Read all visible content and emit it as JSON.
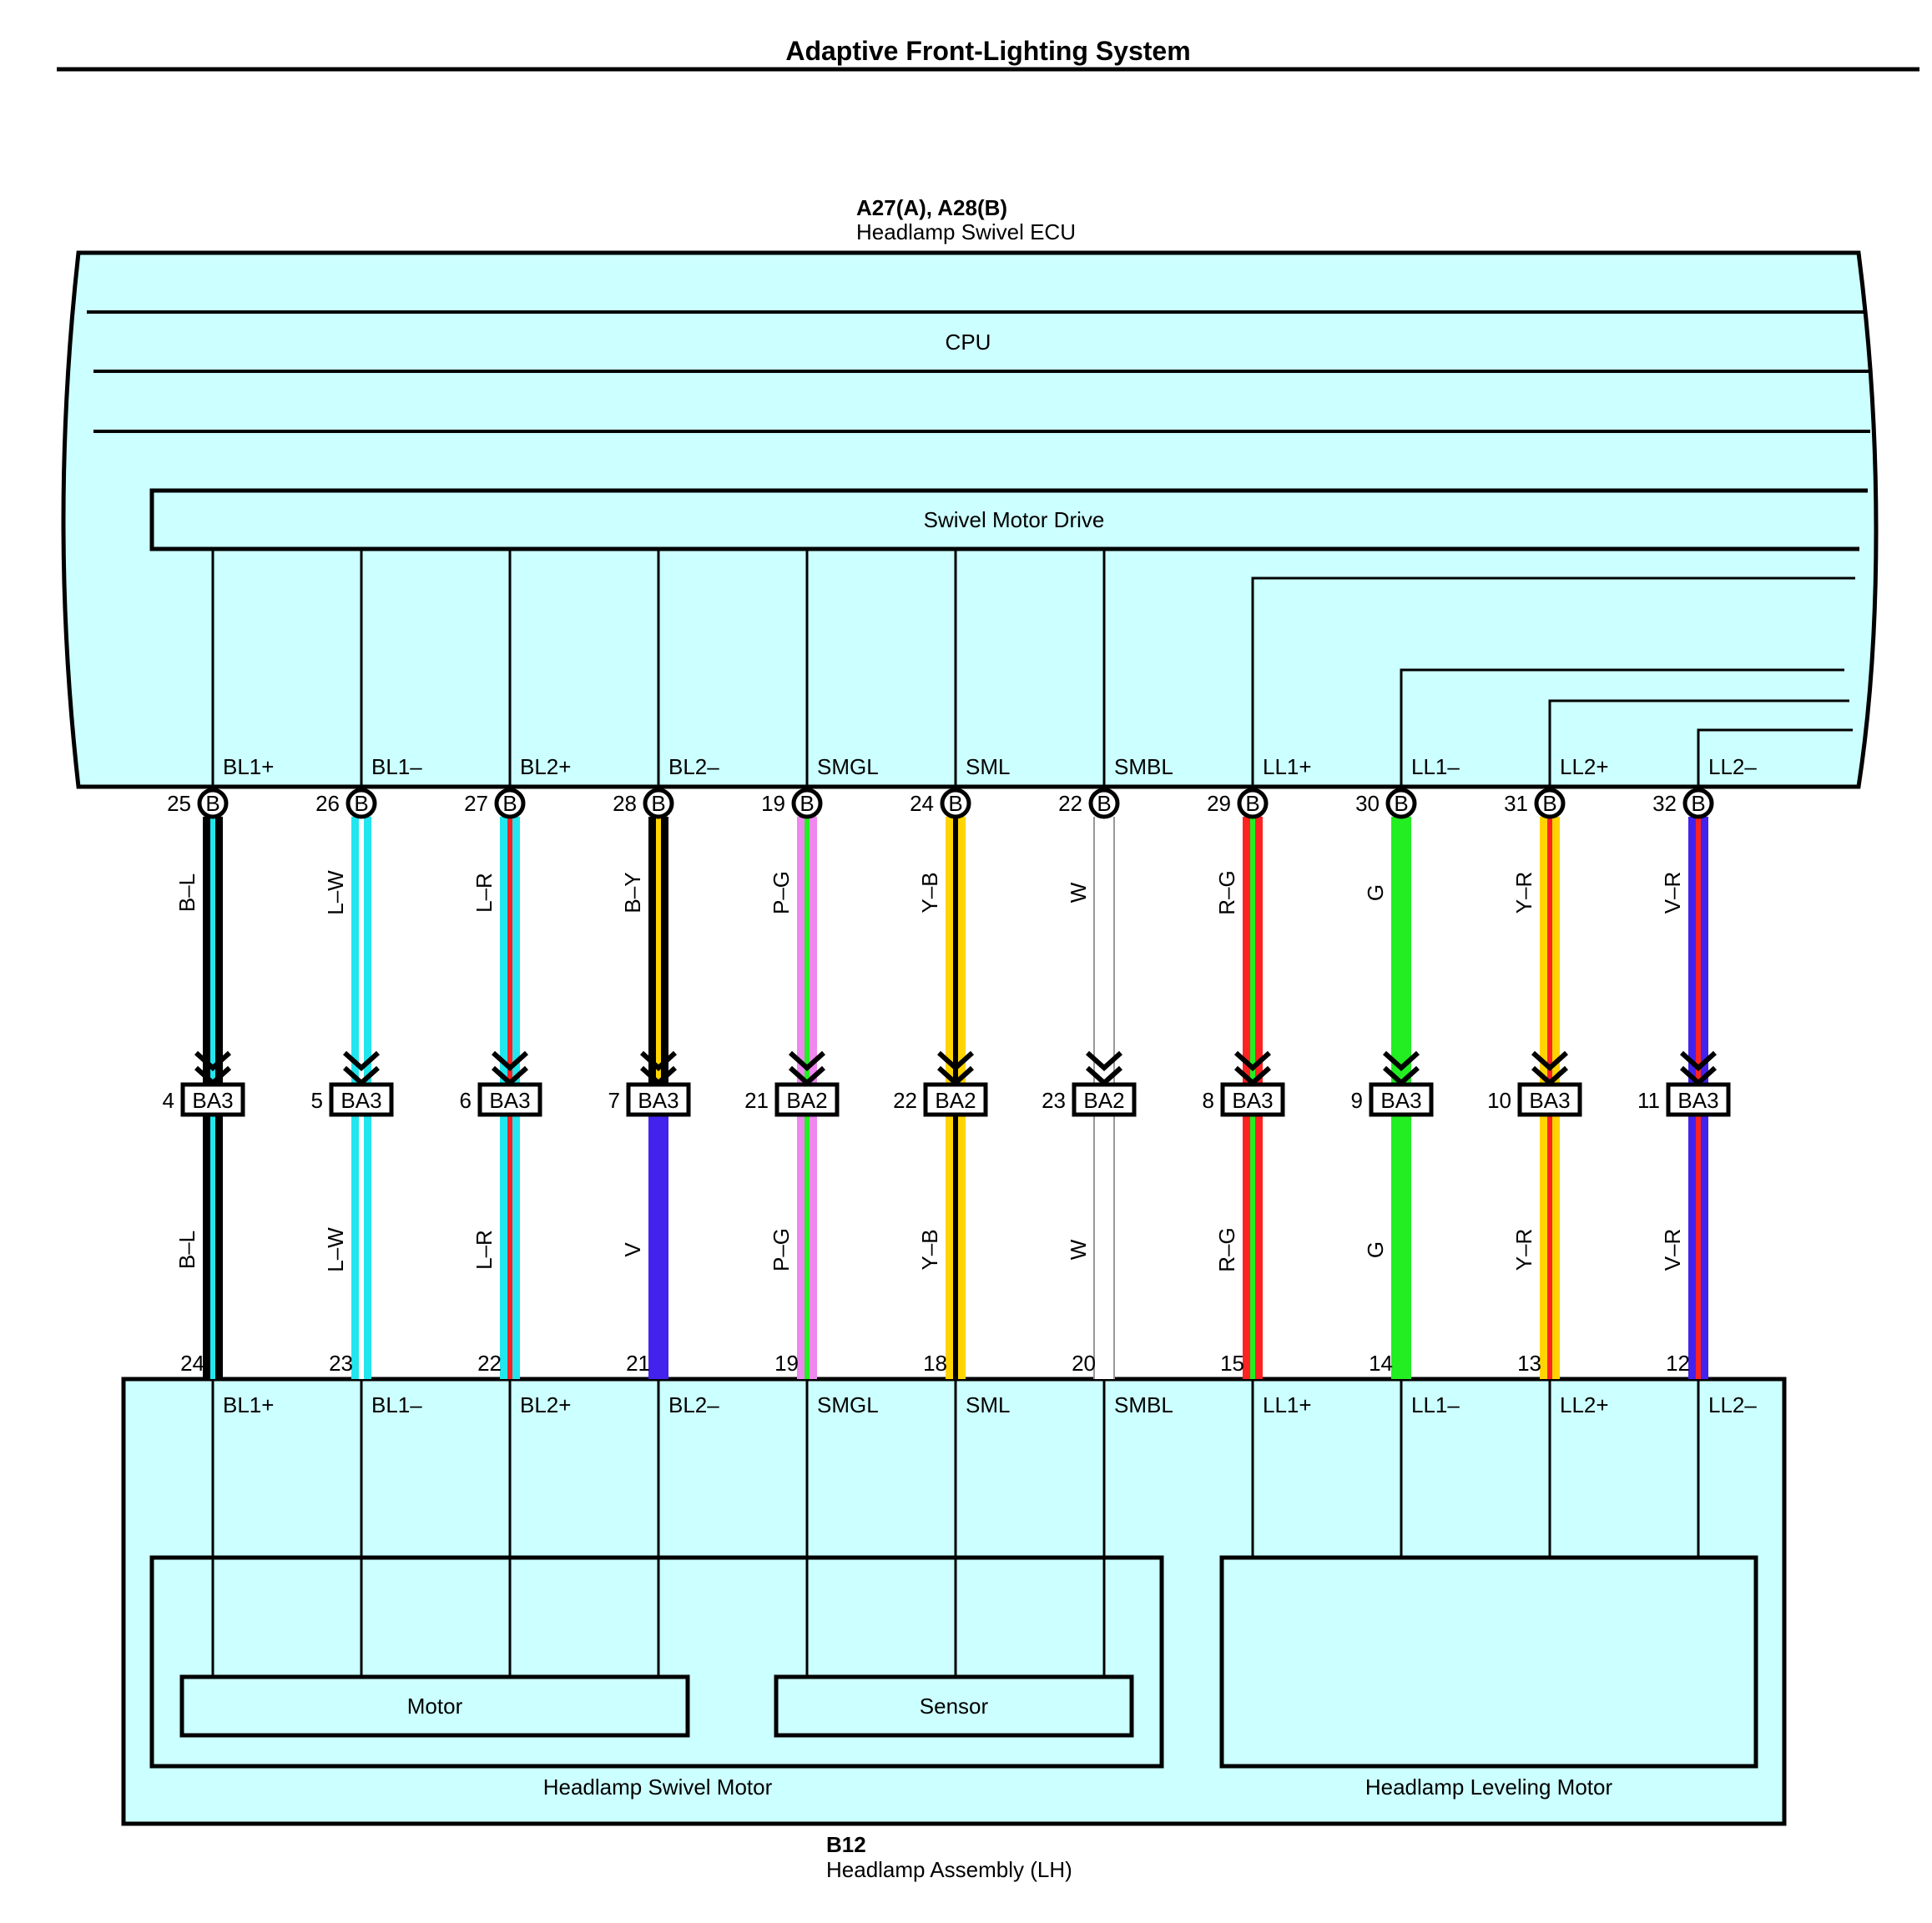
{
  "title": "Adaptive Front-Lighting System",
  "ecu": {
    "code": "A27(A), A28(B)",
    "name": "Headlamp Swivel ECU",
    "cpu_label": "CPU",
    "drive_label": "Swivel Motor Drive"
  },
  "assembly": {
    "code": "B12",
    "name": "Headlamp Assembly (LH)",
    "swivel_label": "Headlamp Swivel Motor",
    "leveling_label": "Headlamp Leveling Motor",
    "motor_label": "Motor",
    "sensor_label": "Sensor"
  },
  "colors": {
    "B": "#000000",
    "L": "#22e6ee",
    "W": "#ffffff",
    "R": "#ff2222",
    "Y": "#ffd400",
    "P": "#ee88ee",
    "G": "#22ee22",
    "V": "#4422ee",
    "fill": "#ccffff"
  },
  "wires": [
    {
      "signal": "BL1+",
      "ecu_pin": "25",
      "ecu_conn": "B",
      "upper_color": "B–L",
      "junction_pin": "4",
      "junction": "BA3",
      "lower_color": "B–L",
      "lamp_pin": "24"
    },
    {
      "signal": "BL1–",
      "ecu_pin": "26",
      "ecu_conn": "B",
      "upper_color": "L–W",
      "junction_pin": "5",
      "junction": "BA3",
      "lower_color": "L–W",
      "lamp_pin": "23"
    },
    {
      "signal": "BL2+",
      "ecu_pin": "27",
      "ecu_conn": "B",
      "upper_color": "L–R",
      "junction_pin": "6",
      "junction": "BA3",
      "lower_color": "L–R",
      "lamp_pin": "22"
    },
    {
      "signal": "BL2–",
      "ecu_pin": "28",
      "ecu_conn": "B",
      "upper_color": "B–Y",
      "junction_pin": "7",
      "junction": "BA3",
      "lower_color": "V",
      "lamp_pin": "21"
    },
    {
      "signal": "SMGL",
      "ecu_pin": "19",
      "ecu_conn": "B",
      "upper_color": "P–G",
      "junction_pin": "21",
      "junction": "BA2",
      "lower_color": "P–G",
      "lamp_pin": "19"
    },
    {
      "signal": "SML",
      "ecu_pin": "24",
      "ecu_conn": "B",
      "upper_color": "Y–B",
      "junction_pin": "22",
      "junction": "BA2",
      "lower_color": "Y–B",
      "lamp_pin": "18"
    },
    {
      "signal": "SMBL",
      "ecu_pin": "22",
      "ecu_conn": "B",
      "upper_color": "W",
      "junction_pin": "23",
      "junction": "BA2",
      "lower_color": "W",
      "lamp_pin": "20"
    },
    {
      "signal": "LL1+",
      "ecu_pin": "29",
      "ecu_conn": "B",
      "upper_color": "R–G",
      "junction_pin": "8",
      "junction": "BA3",
      "lower_color": "R–G",
      "lamp_pin": "15"
    },
    {
      "signal": "LL1–",
      "ecu_pin": "30",
      "ecu_conn": "B",
      "upper_color": "G",
      "junction_pin": "9",
      "junction": "BA3",
      "lower_color": "G",
      "lamp_pin": "14"
    },
    {
      "signal": "LL2+",
      "ecu_pin": "31",
      "ecu_conn": "B",
      "upper_color": "Y–R",
      "junction_pin": "10",
      "junction": "BA3",
      "lower_color": "Y–R",
      "lamp_pin": "13"
    },
    {
      "signal": "LL2–",
      "ecu_pin": "32",
      "ecu_conn": "B",
      "upper_color": "V–R",
      "junction_pin": "11",
      "junction": "BA3",
      "lower_color": "V–R",
      "lamp_pin": "12"
    }
  ]
}
